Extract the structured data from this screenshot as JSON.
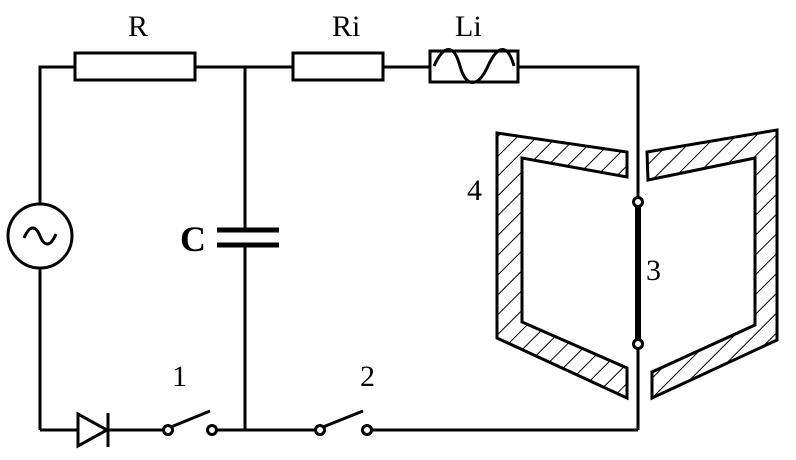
{
  "labels": {
    "resistor_r": "R",
    "resistor_ri": "Ri",
    "inductor_li": "Li",
    "capacitor": "C",
    "switch_1": "1",
    "switch_2": "2",
    "conductor_3": "3",
    "magnet_4": "4"
  },
  "colors": {
    "line": "#000000",
    "background": "#ffffff"
  }
}
